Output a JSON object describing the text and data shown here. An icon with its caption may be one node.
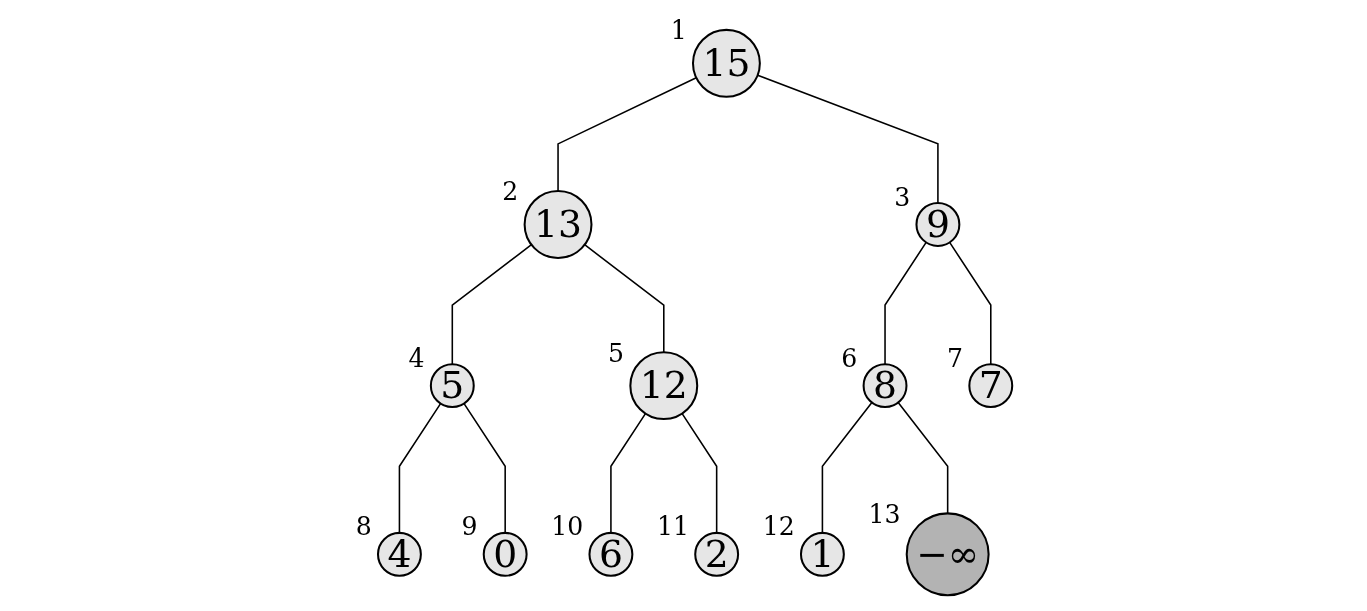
{
  "diagram": {
    "nodes": [
      {
        "text": [
          "15"
        ],
        "beside": [
          "1"
        ]
      },
      {
        "text": [
          "13"
        ],
        "beside": [
          "2"
        ]
      },
      {
        "text": [
          "9"
        ],
        "beside": [
          "3"
        ]
      },
      {
        "text": [
          "5"
        ],
        "beside": [
          "4"
        ]
      },
      {
        "text": [
          "12"
        ],
        "beside": [
          "5"
        ]
      },
      {
        "text": [
          "8"
        ],
        "beside": [
          "6"
        ]
      },
      {
        "text": [
          "7"
        ],
        "beside": [
          "7"
        ]
      },
      {
        "text": [
          "4"
        ],
        "beside": [
          "8"
        ]
      },
      {
        "text": [
          "0"
        ],
        "beside": [
          "9"
        ]
      },
      {
        "text": [
          "6"
        ],
        "beside": [
          "10"
        ]
      },
      {
        "text": [
          "2"
        ],
        "beside": [
          "11"
        ]
      },
      {
        "text": [
          "1"
        ],
        "beside": [
          "12"
        ]
      },
      {
        "text": [
          "−∞"
        ],
        "beside": [
          "13"
        ]
      }
    ],
    "edges": [
      {
        "from": 0,
        "to": 1,
        "arrow": "none"
      },
      {
        "from": 0,
        "to": 2,
        "arrow": "none"
      },
      {
        "from": 1,
        "to": 3,
        "arrow": "none"
      },
      {
        "from": 1,
        "to": 4,
        "arrow": "none"
      },
      {
        "from": 2,
        "to": 5,
        "arrow": "none"
      },
      {
        "from": 2,
        "to": 6,
        "arrow": "none"
      },
      {
        "from": 3,
        "to": 7,
        "arrow": "none"
      },
      {
        "from": 3,
        "to": 8,
        "arrow": "none"
      },
      {
        "from": 4,
        "to": 9,
        "arrow": "none"
      },
      {
        "from": 4,
        "to": 10,
        "arrow": "none"
      },
      {
        "from": 5,
        "to": 11,
        "arrow": "none"
      },
      {
        "from": 5,
        "to": 12,
        "arrow": "none"
      }
    ]
  }
}
